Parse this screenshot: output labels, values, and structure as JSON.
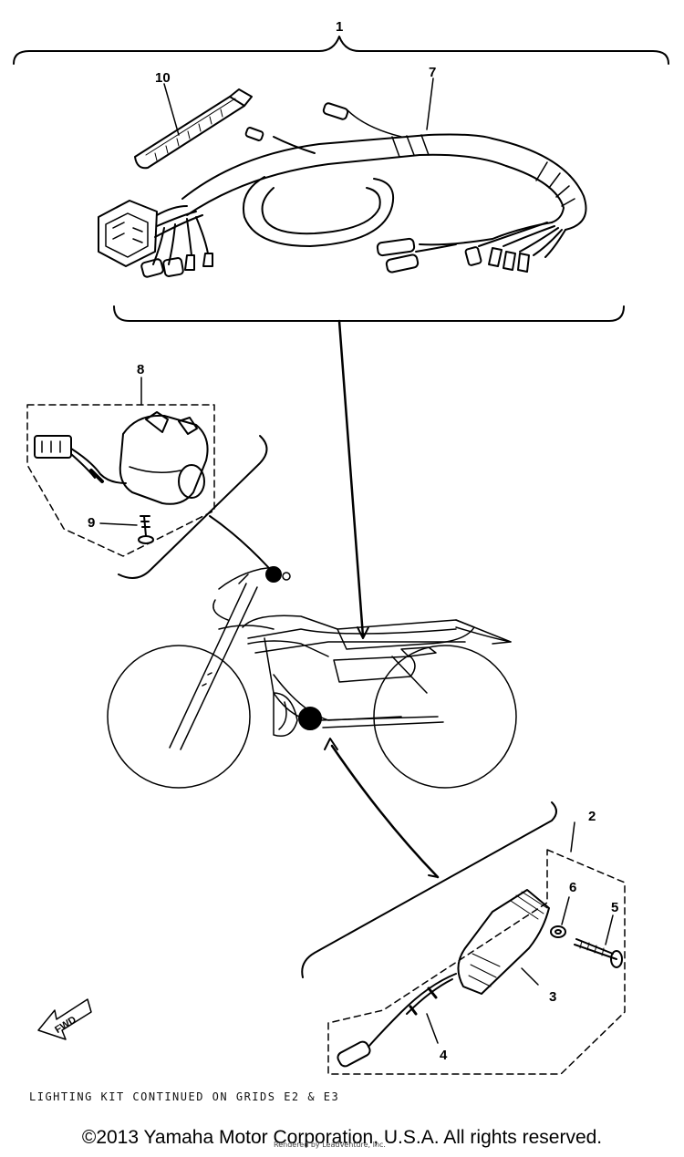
{
  "callouts": {
    "c1": "1",
    "c2": "2",
    "c3": "3",
    "c4": "4",
    "c5": "5",
    "c6": "6",
    "c7": "7",
    "c8": "8",
    "c9": "9",
    "c10": "10"
  },
  "fwd_label": "FWD",
  "footer_note": "LIGHTING KIT CONTINUED ON GRIDS E2 & E3",
  "copyright": "©2013 Yamaha Motor Corporation, U.S.A. All rights reserved.",
  "render_credit": "Rendered by LeadVenture, Inc."
}
